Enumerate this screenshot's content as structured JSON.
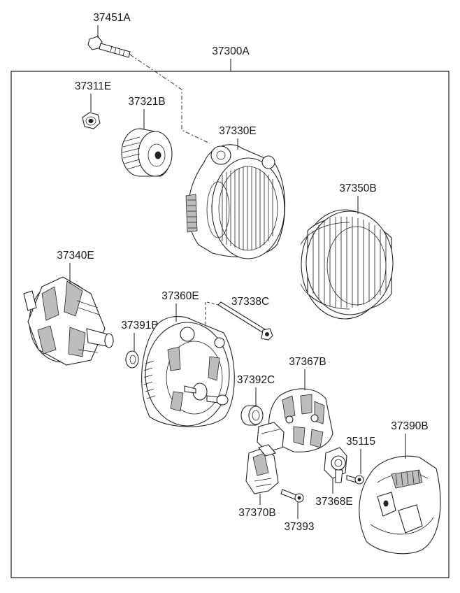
{
  "diagram": {
    "assembly_label": "37300A",
    "parts": [
      {
        "id": "37451A",
        "name": "through-bolt"
      },
      {
        "id": "37311E",
        "name": "pulley-nut"
      },
      {
        "id": "37321B",
        "name": "pulley"
      },
      {
        "id": "37330E",
        "name": "front-bracket"
      },
      {
        "id": "37350B",
        "name": "stator"
      },
      {
        "id": "37340E",
        "name": "rotor"
      },
      {
        "id": "37360E",
        "name": "rear-bracket"
      },
      {
        "id": "37338C",
        "name": "stud-bolt"
      },
      {
        "id": "37391B",
        "name": "washer"
      },
      {
        "id": "37392C",
        "name": "bearing"
      },
      {
        "id": "37367B",
        "name": "rectifier"
      },
      {
        "id": "37390B",
        "name": "rear-cover"
      },
      {
        "id": "35115",
        "name": "screw"
      },
      {
        "id": "37368E",
        "name": "brush-holder"
      },
      {
        "id": "37370B",
        "name": "regulator"
      },
      {
        "id": "37393",
        "name": "regulator-screw"
      }
    ]
  }
}
